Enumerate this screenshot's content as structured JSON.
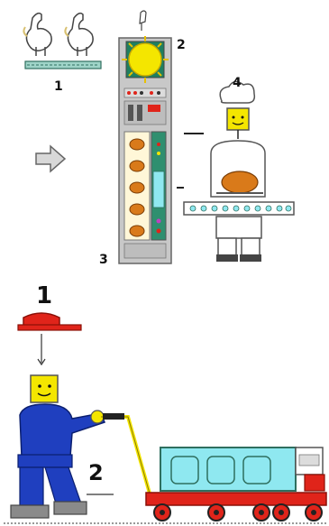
{
  "upper_diagram": {
    "callouts": [
      "1",
      "2",
      "3",
      "4"
    ]
  },
  "lower_diagram": {
    "callouts": [
      "1",
      "2"
    ]
  },
  "colors": {
    "lego_yellow": "#f4e600",
    "lego_blue": "#1f3fbf",
    "lego_red": "#e0241a",
    "machine_grey": "#c8c8c8",
    "panel_green": "#2f8f6f",
    "cyan_crate": "#8fe8f0",
    "roast_orange": "#d97a1a"
  },
  "icons": [
    "chicken-icon",
    "arrow-right-icon",
    "oven-machine-icon",
    "sun-icon",
    "chef-figure-icon",
    "cap-icon",
    "worker-figure-icon",
    "cart-trailer-icon"
  ]
}
